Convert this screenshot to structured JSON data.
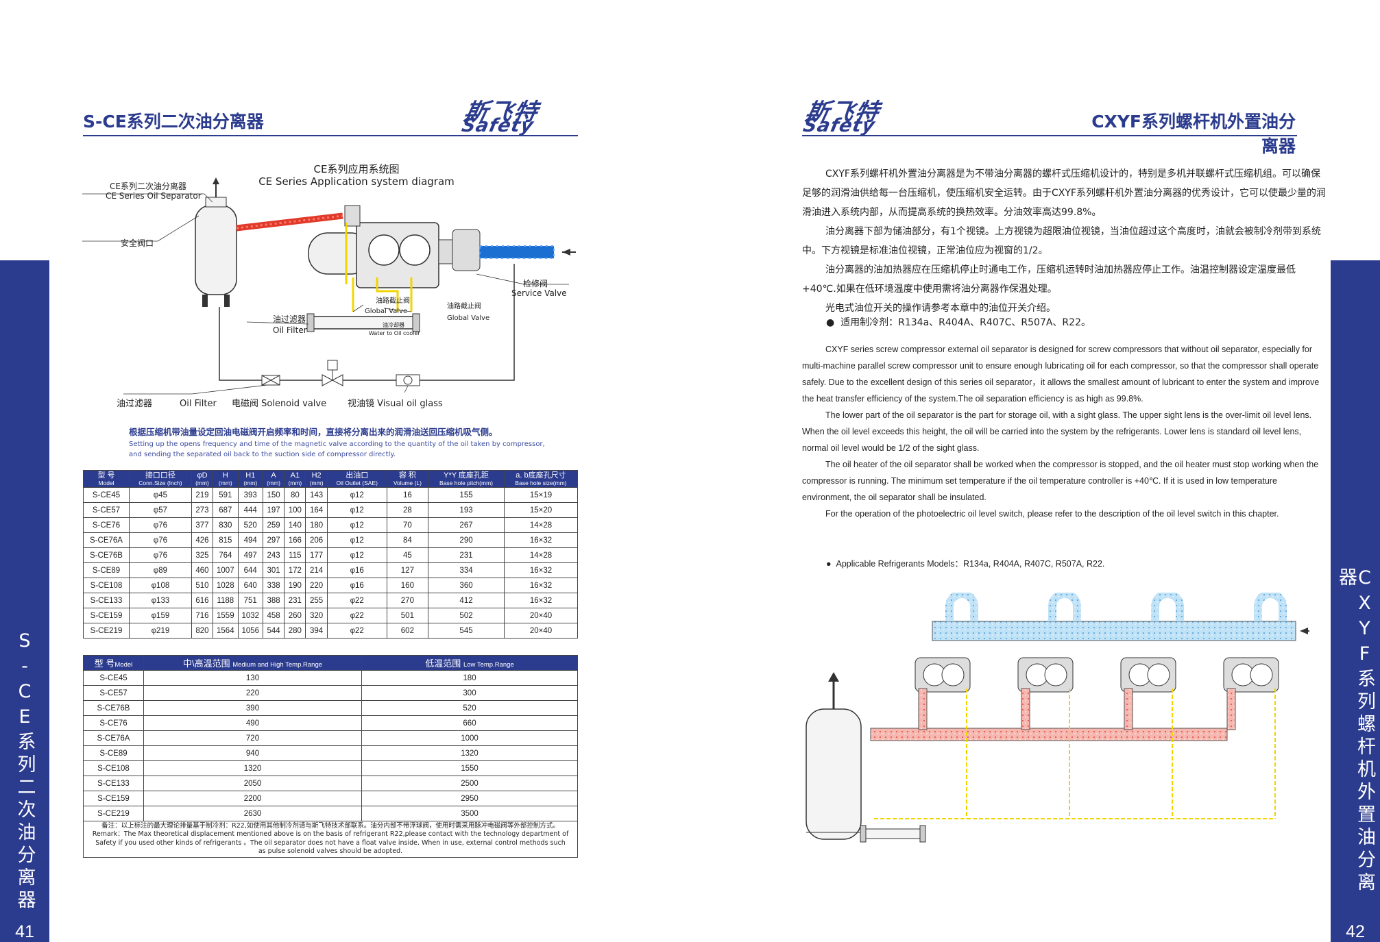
{
  "left_page": {
    "title": "S-CE系列二次油分离器",
    "side_title": "S-CE系列二次油分离器",
    "page_number": "41",
    "logo": {
      "cn": "斯飞特",
      "en": "Safety"
    },
    "diagram": {
      "title_cn": "CE系列应用系统图",
      "title_en": "CE Series Application system diagram",
      "labels": {
        "separator_cn": "CE系列二次油分离器",
        "separator_en": "CE Series Oil Separator",
        "safety_valve": "安全阀口",
        "service_valve_cn": "检修阀",
        "service_valve_en": "Service Valve",
        "oil_filter_top_cn": "油过滤器",
        "oil_filter_top_en": "Oil Filter",
        "global_valve1_cn": "油路截止阀",
        "global_valve1_en": "Global Valve",
        "global_valve2_cn": "油路截止阀",
        "global_valve2_en": "Global Valve",
        "oil_cooler_cn": "油冷却器",
        "oil_cooler_en": "Water to Oil cooler",
        "oil_filter_cn": "油过滤器",
        "oil_filter_en": "Oil Filter",
        "solenoid": "电磁阀 Solenoid valve",
        "sight_glass": "视油镜 Visual oil glass"
      }
    },
    "note_cn": "根据压缩机带油量设定回油电磁阀开启频率和时间，直接将分离出来的润滑油送回压缩机吸气侧。",
    "note_en1": "Setting up the opens frequency and time of the magnetic valve according to the quantity of the oil taken by compressor,",
    "note_en2": "and sending the separated oil back to the suction side of compressor directly.",
    "spec_table": {
      "headers": [
        {
          "cn": "型 号",
          "en": "Model"
        },
        {
          "cn": "接口口径",
          "en": "Conn.Size (Inch)"
        },
        {
          "cn": "φD",
          "en": "(mm)"
        },
        {
          "cn": "H",
          "en": "(mm)"
        },
        {
          "cn": "H1",
          "en": "(mm)"
        },
        {
          "cn": "A",
          "en": "(mm)"
        },
        {
          "cn": "A1",
          "en": "(mm)"
        },
        {
          "cn": "H2",
          "en": "(mm)"
        },
        {
          "cn": "出油口",
          "en": "Oil Outlet (SAE)"
        },
        {
          "cn": "容 积",
          "en": "Volume (L)"
        },
        {
          "cn": "Y*Y 底座孔距",
          "en": "Base hole pitch(mm)"
        },
        {
          "cn": "a. b底座孔尺寸",
          "en": "Base hole size(mm)"
        }
      ],
      "rows": [
        [
          "S-CE45",
          "φ45",
          "219",
          "591",
          "393",
          "150",
          "80",
          "143",
          "φ12",
          "16",
          "155",
          "15×19"
        ],
        [
          "S-CE57",
          "φ57",
          "273",
          "687",
          "444",
          "197",
          "100",
          "164",
          "φ12",
          "28",
          "193",
          "15×20"
        ],
        [
          "S-CE76",
          "φ76",
          "377",
          "830",
          "520",
          "259",
          "140",
          "180",
          "φ12",
          "70",
          "267",
          "14×28"
        ],
        [
          "S-CE76A",
          "φ76",
          "426",
          "815",
          "494",
          "297",
          "166",
          "206",
          "φ12",
          "84",
          "290",
          "16×32"
        ],
        [
          "S-CE76B",
          "φ76",
          "325",
          "764",
          "497",
          "243",
          "115",
          "177",
          "φ12",
          "45",
          "231",
          "14×28"
        ],
        [
          "S-CE89",
          "φ89",
          "460",
          "1007",
          "644",
          "301",
          "172",
          "214",
          "φ16",
          "127",
          "334",
          "16×32"
        ],
        [
          "S-CE108",
          "φ108",
          "510",
          "1028",
          "640",
          "338",
          "190",
          "220",
          "φ16",
          "160",
          "360",
          "16×32"
        ],
        [
          "S-CE133",
          "φ133",
          "616",
          "1188",
          "751",
          "388",
          "231",
          "255",
          "φ22",
          "270",
          "412",
          "16×32"
        ],
        [
          "S-CE159",
          "φ159",
          "716",
          "1559",
          "1032",
          "458",
          "260",
          "320",
          "φ22",
          "501",
          "502",
          "20×40"
        ],
        [
          "S-CE219",
          "φ219",
          "820",
          "1564",
          "1056",
          "544",
          "280",
          "394",
          "φ22",
          "602",
          "545",
          "20×40"
        ]
      ]
    },
    "temp_table": {
      "h_model": "型 号",
      "h_model_en": "Model",
      "h_mid": "中\\高温范围",
      "h_mid_en": "Medium and High Temp.Range",
      "h_low": "低温范围",
      "h_low_en": "Low Temp.Range",
      "rows": [
        [
          "S-CE45",
          "130",
          "180"
        ],
        [
          "S-CE57",
          "220",
          "300"
        ],
        [
          "S-CE76B",
          "390",
          "520"
        ],
        [
          "S-CE76",
          "490",
          "660"
        ],
        [
          "S-CE76A",
          "720",
          "1000"
        ],
        [
          "S-CE89",
          "940",
          "1320"
        ],
        [
          "S-CE108",
          "1320",
          "1550"
        ],
        [
          "S-CE133",
          "2050",
          "2500"
        ],
        [
          "S-CE159",
          "2200",
          "2950"
        ],
        [
          "S-CE219",
          "2630",
          "3500"
        ]
      ]
    },
    "remark": [
      "备注：以上标注的最大理论排量基于制冷剂：R22,如使用其他制冷剂请与斯飞特技术部联系。油分内部不带浮球阀，使用时需采用脉冲电磁阀等外部控制方式。",
      "Remark：The Max theoretical displacement mentioned above is on the basis of refrigerant R22,please contact with the technology department of",
      "Safety if you used other kinds of refrigerants 。The oil separator does not have a float valve inside. When in use, external control methods such",
      "as pulse solenoid valves should be adopted."
    ]
  },
  "right_page": {
    "title": "CXYF系列螺杆机外置油分离器",
    "side_title": "CXYF系列螺杆机外置油分离器",
    "page_number": "42",
    "logo": {
      "cn": "斯飞特",
      "en": "Safety"
    },
    "cn_paragraphs": [
      "CXYF系列螺杆机外置油分离器是为不带油分离器的螺杆式压缩机设计的，特别是多机并联螺杆式压缩机组。可以确保足够的润滑油供给每一台压缩机，使压缩机安全运转。由于CXYF系列螺杆机外置油分离器的优秀设计，它可以使最少量的润滑油进入系统内部，从而提高系统的换热效率。分油效率高达99.8%。",
      "油分离器下部为储油部分，有1个视镜。上方视镜为超限油位视镜，当油位超过这个高度时，油就会被制冷剂带到系统中。下方视镜是标准油位视镜，正常油位应为视窗的1/2。",
      "油分离器的油加热器应在压缩机停止时通电工作，压缩机运转时油加热器应停止工作。油温控制器设定温度最低+40℃.如果在低环境温度中使用需将油分离器作保温处理。",
      "光电式油位开关的操作请参考本章中的油位开关介绍。"
    ],
    "cn_bullet": "适用制冷剂：R134a、R404A、R407C、R507A、R22。",
    "en_paragraphs": [
      "CXYF series screw compressor external oil separator is designed for screw compressors that without oil separator, especially for multi-machine parallel screw compressor unit to ensure enough lubricating oil for each compressor, so that the compressor shall operate safely. Due to the excellent design of this series oil separator，it allows the smallest amount of lubricant to enter the system and improve the heat transfer efficiency of the system.The oil separation efficiency is as high as 99.8%.",
      "The lower part of the oil separator is the part for storage oil, with a sight glass. The upper sight lens is the over-limit oil level lens. When the oil level exceeds this height, the oil will be carried into the system by the refrigerants. Lower lens is standard oil level lens, normal oil level would be 1/2 of the sight glass.",
      "The oil heater of the oil separator shall be worked when the compressor is stopped, and the oil heater must stop working when the compressor is running. The minimum set temperature if the oil temperature controller is +40℃. If it is used in low temperature environment, the oil separator shall be insulated.",
      "For the operation of the photoelectric oil level switch, please refer to the description of the oil level switch in this chapter."
    ],
    "en_bullet": "Applicable Refrigerants Models：R134a, R404A, R407C, R507A, R22."
  }
}
